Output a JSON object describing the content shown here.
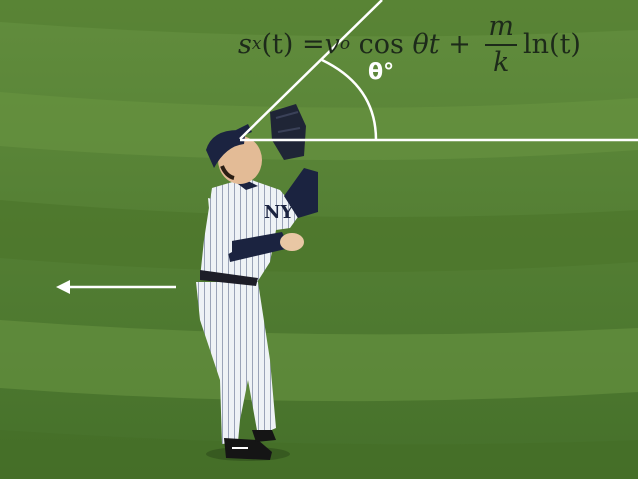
{
  "formula": {
    "lhs": "s",
    "lhs_sub": "x",
    "lhs_arg": "(t) = ",
    "v": "v",
    "v_sub": "o",
    "cos": " cos ",
    "theta_t": "θt",
    "plus": " + ",
    "num": "m",
    "den": "k",
    "ln": "ln(t)"
  },
  "angle_label": "θ°",
  "colors": {
    "grass_light": "#5f8a3a",
    "grass_dark": "#4a7329",
    "annotation": "#ffffff",
    "uniform": "#e9eef4",
    "cap": "#1b2340"
  }
}
